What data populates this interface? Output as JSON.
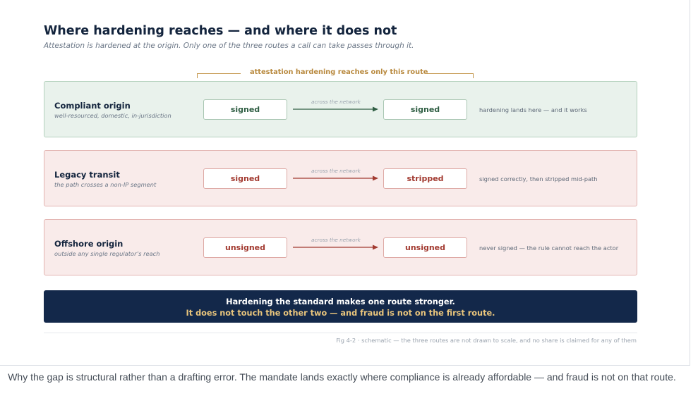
{
  "figure": {
    "title": "Where hardening reaches — and where it does not",
    "subtitle": "Attestation is hardened at the origin. Only one of the three routes a call can take passes through it.",
    "bracket_label": "attestation hardening reaches only this route",
    "network_label": "across the network",
    "routes": [
      {
        "name": "Compliant origin",
        "description": "well-resourced, domestic, in-jurisdiction",
        "origin_state": "signed",
        "destination_state": "signed",
        "note": "hardening lands here — and it works",
        "status": "ok"
      },
      {
        "name": "Legacy transit",
        "description": "the path crosses a non-IP segment",
        "origin_state": "signed",
        "destination_state": "stripped",
        "note": "signed correctly, then stripped mid-path",
        "status": "bad"
      },
      {
        "name": "Offshore origin",
        "description": "outside any single regulator’s reach",
        "origin_state": "unsigned",
        "destination_state": "unsigned",
        "note": "never signed — the rule cannot reach the actor",
        "status": "bad"
      }
    ],
    "banner": {
      "line1": "Hardening the standard makes one route stronger.",
      "line2": "It does not touch the other two — and fraud is not on the first route."
    },
    "fig_label": "Fig 4-2 · schematic — the three routes are not drawn to scale, and no share is claimed for any of them"
  },
  "caption": "Why the gap is structural rather than a drafting error. The mandate lands exactly where compliance is already affordable — and fraud is not on that route.",
  "colors": {
    "navy": "#13284a",
    "gold": "#c3954a",
    "ok_fill": "#e9f2ec",
    "ok_accent": "#2f5e43",
    "bad_fill": "#f9ebea",
    "bad_accent": "#a23a30"
  }
}
